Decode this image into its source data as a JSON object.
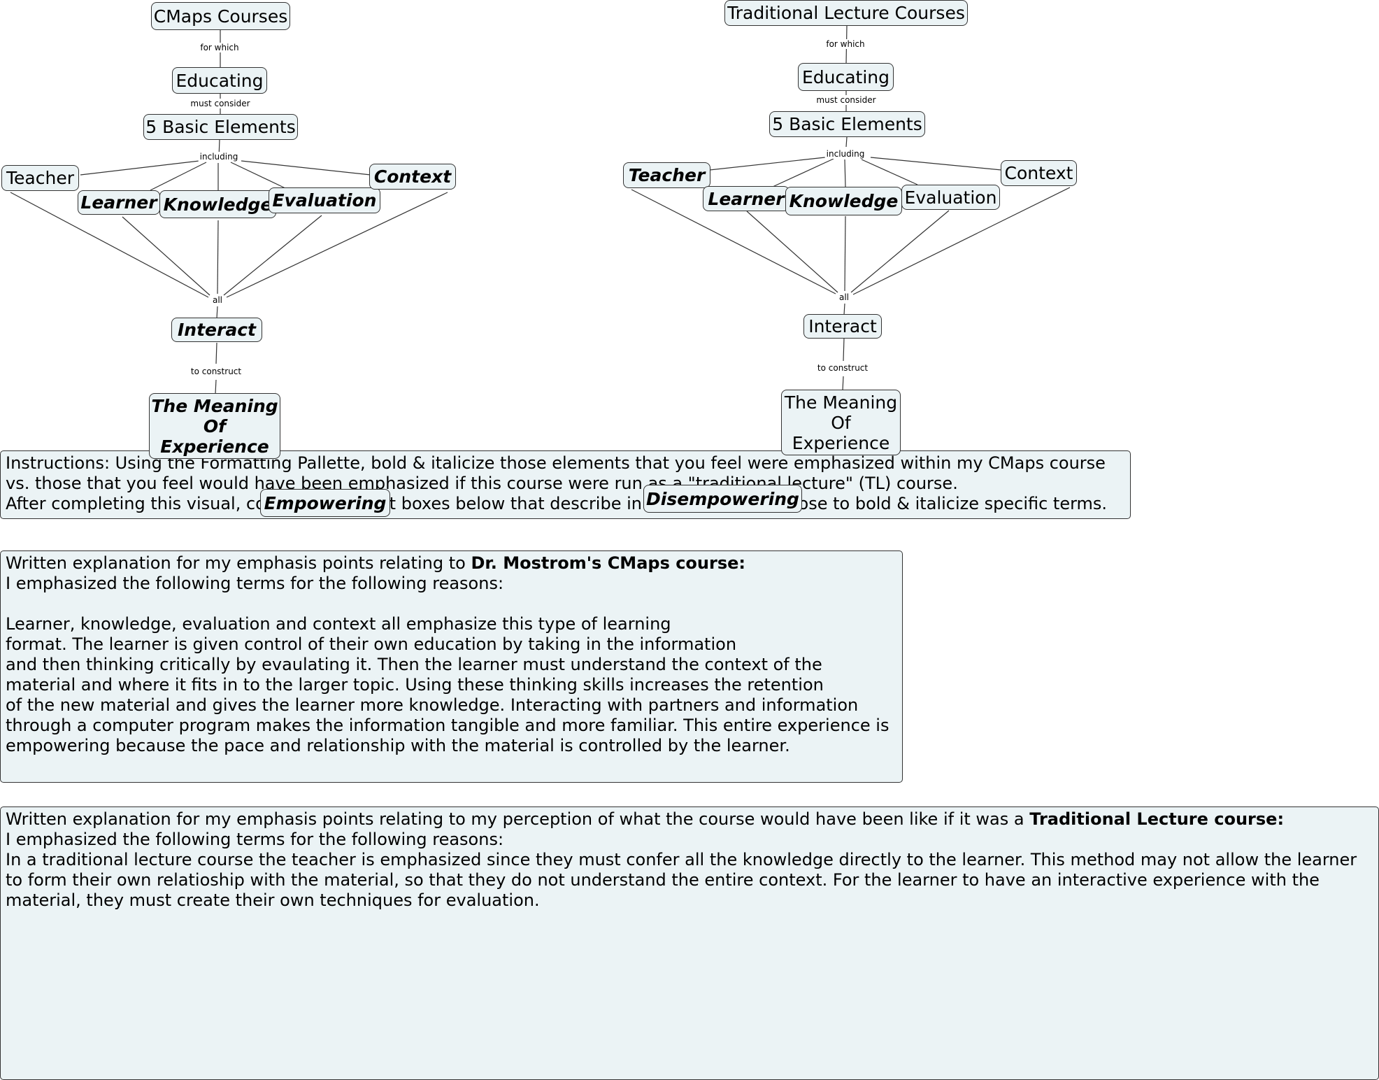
{
  "left_map": {
    "courses": "CMaps Courses",
    "link_for_which": "for which",
    "educating": "Educating",
    "link_must_consider": "must consider",
    "basic_elements": "5 Basic Elements",
    "link_including": "including",
    "teacher": "Teacher",
    "learner": "Learner",
    "knowledge": "Knowledge",
    "evaluation": "Evaluation",
    "context": "Context",
    "link_all": "all",
    "interact": "Interact",
    "link_to_construct": "to construct",
    "meaning": [
      "The Meaning",
      "Of",
      "Experience"
    ]
  },
  "right_map": {
    "courses": "Traditional Lecture Courses",
    "link_for_which": "for which",
    "educating": "Educating",
    "link_must_consider": "must consider",
    "basic_elements": "5 Basic Elements",
    "link_including": "including",
    "teacher": "Teacher",
    "learner": "Learner",
    "knowledge": "Knowledge",
    "evaluation": "Evaluation",
    "context": "Context",
    "link_all": "all",
    "interact": "Interact",
    "link_to_construct": "to construct",
    "meaning": [
      "The Meaning",
      "Of",
      "Experience"
    ]
  },
  "overlay_labels": {
    "empowering": "Empowering",
    "disempowering": "Disempowering"
  },
  "instructions": {
    "line1": "Instructions:  Using the Formatting Pallette, bold & italicize those elements that you feel were emphasized within my CMaps course",
    "line2": "vs. those that you feel would have been emphasized if this course were run as a \"traditional lecture\" (TL) course.",
    "line3": "After completing this visual, complete the text boxes below that describe in words why you chose to bold & italicize specific terms."
  },
  "cmaps_explanation": {
    "heading_prefix": "Written explanation for my emphasis points relating to ",
    "heading_bold": "Dr. Mostrom's CMaps course:",
    "intro": "I emphasized the following terms for the following reasons:",
    "paragraph": [
      "Learner, knowledge, evaluation and context all emphasize this type of learning",
      "format. The learner is given control of their own education by taking in the information",
      "and then thinking critically by evaulating it. Then the learner must understand the context of the",
      "material and where it fits in to the larger topic. Using these thinking skills increases the retention",
      "of the new material and gives the learner more knowledge. Interacting with partners and information",
      "through a computer program makes the information tangible and more familiar. This entire experience is",
      "empowering because the pace and relationship with the material is controlled by the learner."
    ]
  },
  "tl_explanation": {
    "heading_prefix": "Written explanation for my emphasis points relating to my perception of what the course would have been like if it was a ",
    "heading_bold": "Traditional Lecture course:",
    "intro": "I emphasized the following terms for the following reasons:",
    "paragraph": [
      "In a traditional lecture course the teacher is emphasized since they must confer all the knowledge directly to the learner. This method may not allow the learner",
      "to form their own relatioship with the material, so that they do not understand the entire context. For the learner to have an interactive experience with the",
      "material, they must create their own techniques for evaluation."
    ]
  },
  "colors": {
    "node_fill": "#ebf3f5",
    "border": "#333333",
    "line": "#333333"
  }
}
